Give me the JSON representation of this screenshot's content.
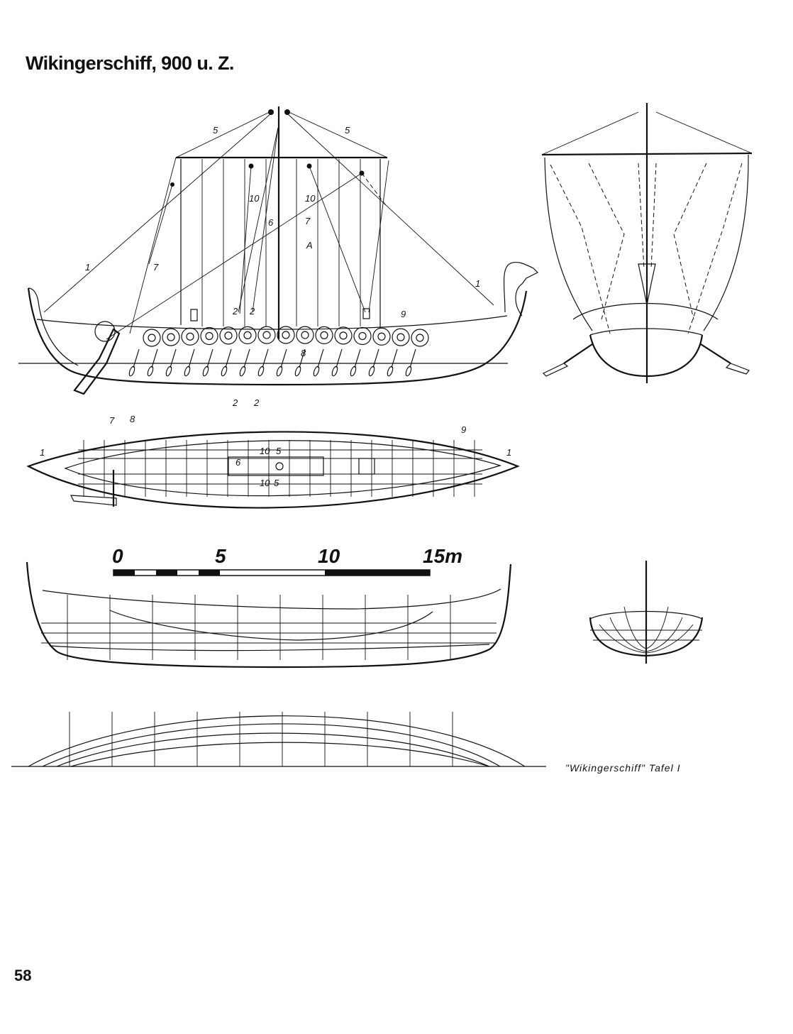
{
  "title": "Wikingerschiff, 900 u. Z.",
  "page_number": "58",
  "plate_caption": "\"Wikingerschiff\"  Tafel I",
  "scale": {
    "labels": [
      "0",
      "5",
      "10",
      "15m"
    ]
  },
  "side_view_labels": [
    "5",
    "5",
    "10",
    "10",
    "6",
    "7",
    "A",
    "1",
    "7",
    "1",
    "2",
    "2",
    "9",
    "8"
  ],
  "plan_view_labels": [
    "2",
    "2",
    "7",
    "8",
    "9",
    "1",
    "1",
    "10",
    "5",
    "6",
    "10",
    "5"
  ]
}
